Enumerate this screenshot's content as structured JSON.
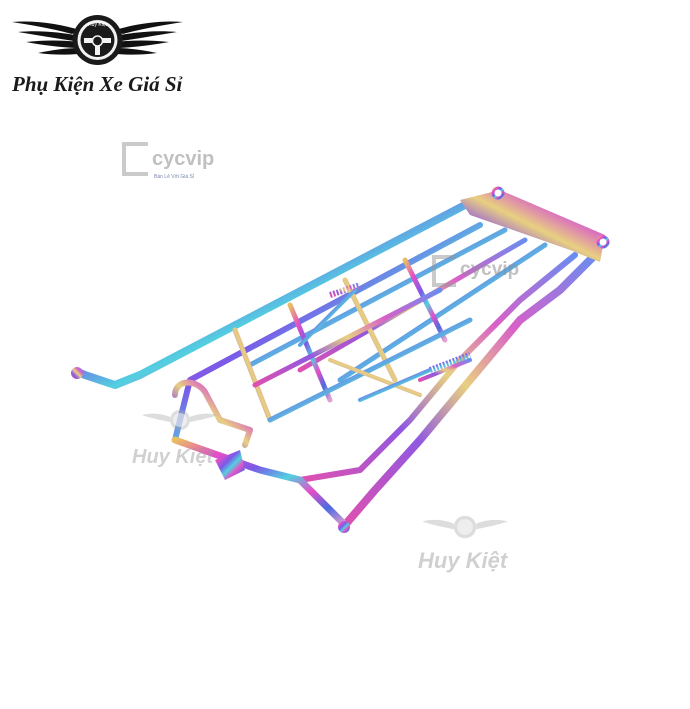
{
  "brand": {
    "title": "Phụ Kiện Xe Giá Sỉ",
    "logo_badge_text": "Huy Kiệt"
  },
  "watermarks": {
    "huy_kiet_1": "Huy Kiệt",
    "huy_kiet_2": "Huy Kiệt",
    "cycvip_1": "cycvip",
    "cycvip_2": "cycvip",
    "cycvip_sub": "Bán Lẻ Với Giá Sỉ"
  },
  "colors": {
    "background": "#ffffff",
    "text": "#1a1a1a",
    "chrome_pink": "#e64fc8",
    "chrome_blue": "#4a6be0",
    "chrome_gold": "#e8c060",
    "chrome_cyan": "#52d0e0"
  }
}
